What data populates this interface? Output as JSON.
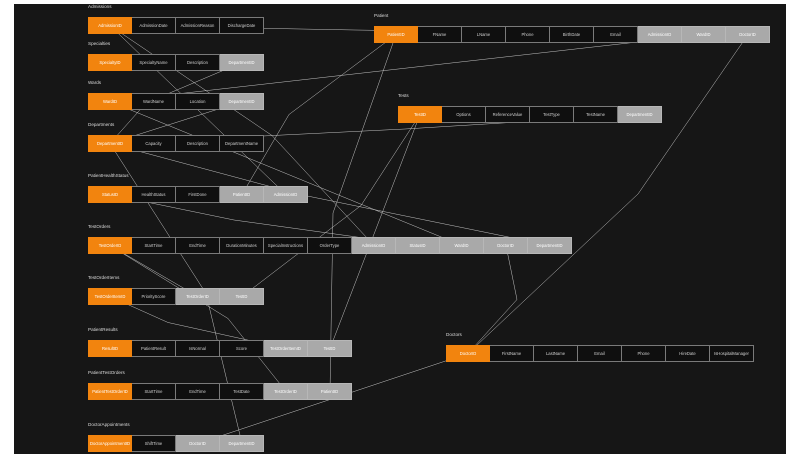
{
  "colors": {
    "background": "#161616",
    "primary_key": "#f2840e",
    "foreign_key": "#a9a9a9",
    "line": "#d8d8d8"
  },
  "tables": [
    {
      "id": "admissions",
      "title": "Admissions",
      "columns": [
        {
          "label": "AdmissionID",
          "kind": "pk"
        },
        {
          "label": "AdmissionDate",
          "kind": "normal"
        },
        {
          "label": "AdmissionReason",
          "kind": "normal"
        },
        {
          "label": "DischargeDate",
          "kind": "normal"
        }
      ]
    },
    {
      "id": "patient",
      "title": "Patient",
      "columns": [
        {
          "label": "PatientID",
          "kind": "pk"
        },
        {
          "label": "FName",
          "kind": "normal"
        },
        {
          "label": "LName",
          "kind": "normal"
        },
        {
          "label": "Phone",
          "kind": "normal"
        },
        {
          "label": "BirthDate",
          "kind": "normal"
        },
        {
          "label": "Email",
          "kind": "normal"
        },
        {
          "label": "AdmissionID",
          "kind": "fk"
        },
        {
          "label": "WardID",
          "kind": "fk"
        },
        {
          "label": "DoctorID",
          "kind": "fk"
        }
      ]
    },
    {
      "id": "specialties",
      "title": "Specialties",
      "columns": [
        {
          "label": "SpecialtyID",
          "kind": "pk"
        },
        {
          "label": "SpecialtyName",
          "kind": "normal"
        },
        {
          "label": "Description",
          "kind": "normal"
        },
        {
          "label": "DepartmentID",
          "kind": "fk"
        }
      ]
    },
    {
      "id": "wards",
      "title": "Wards",
      "columns": [
        {
          "label": "WardID",
          "kind": "pk"
        },
        {
          "label": "WardName",
          "kind": "normal"
        },
        {
          "label": "Location",
          "kind": "normal"
        },
        {
          "label": "DepartmentID",
          "kind": "fk"
        }
      ]
    },
    {
      "id": "tests",
      "title": "Tests",
      "columns": [
        {
          "label": "TestID",
          "kind": "pk"
        },
        {
          "label": "Options",
          "kind": "normal"
        },
        {
          "label": "ReferenceValue",
          "kind": "normal"
        },
        {
          "label": "TestType",
          "kind": "normal"
        },
        {
          "label": "TestName",
          "kind": "normal"
        },
        {
          "label": "DepartmentID",
          "kind": "fk"
        }
      ]
    },
    {
      "id": "departments",
      "title": "Departments",
      "columns": [
        {
          "label": "DepartmentID",
          "kind": "pk"
        },
        {
          "label": "Capacity",
          "kind": "normal"
        },
        {
          "label": "Description",
          "kind": "normal"
        },
        {
          "label": "DepartmentName",
          "kind": "normal"
        }
      ]
    },
    {
      "id": "patienthealthstatus",
      "title": "PatientHealthStatus",
      "columns": [
        {
          "label": "StatusID",
          "kind": "pk"
        },
        {
          "label": "HealthStatus",
          "kind": "normal"
        },
        {
          "label": "FirstDone",
          "kind": "normal"
        },
        {
          "label": "PatientID",
          "kind": "fk"
        },
        {
          "label": "AdmissionID",
          "kind": "fk"
        }
      ]
    },
    {
      "id": "testorders",
      "title": "TestOrders",
      "columns": [
        {
          "label": "TestOrderID",
          "kind": "pk"
        },
        {
          "label": "StartTime",
          "kind": "normal"
        },
        {
          "label": "EndTime",
          "kind": "normal"
        },
        {
          "label": "DurationMinutes",
          "kind": "normal"
        },
        {
          "label": "SpecialInstructions",
          "kind": "normal"
        },
        {
          "label": "OrderType",
          "kind": "normal"
        },
        {
          "label": "AdmissionID",
          "kind": "fk"
        },
        {
          "label": "StatusID",
          "kind": "fk"
        },
        {
          "label": "WardID",
          "kind": "fk"
        },
        {
          "label": "DoctorID",
          "kind": "fk"
        },
        {
          "label": "DepartmentID",
          "kind": "fk"
        }
      ]
    },
    {
      "id": "testorderitems",
      "title": "TestOrderItems",
      "columns": [
        {
          "label": "TestOrderItemID",
          "kind": "pk"
        },
        {
          "label": "PriorityScore",
          "kind": "normal"
        },
        {
          "label": "TestOrderID",
          "kind": "fk"
        },
        {
          "label": "TestID",
          "kind": "fk"
        }
      ]
    },
    {
      "id": "patientresults",
      "title": "PatientResults",
      "columns": [
        {
          "label": "ResultID",
          "kind": "pk"
        },
        {
          "label": "PatientResult",
          "kind": "normal"
        },
        {
          "label": "IsNormal",
          "kind": "normal"
        },
        {
          "label": "Score",
          "kind": "normal"
        },
        {
          "label": "TestOrderItemID",
          "kind": "fk"
        },
        {
          "label": "TestID",
          "kind": "fk"
        }
      ]
    },
    {
      "id": "doctors",
      "title": "Doctors",
      "columns": [
        {
          "label": "DoctorID",
          "kind": "pk"
        },
        {
          "label": "FirstName",
          "kind": "normal"
        },
        {
          "label": "LastName",
          "kind": "normal"
        },
        {
          "label": "Email",
          "kind": "normal"
        },
        {
          "label": "Phone",
          "kind": "normal"
        },
        {
          "label": "HireDate",
          "kind": "normal"
        },
        {
          "label": "IsHospitalManager",
          "kind": "normal"
        }
      ]
    },
    {
      "id": "patienttestorders",
      "title": "PatientTestOrders",
      "columns": [
        {
          "label": "PatientTestOrderID",
          "kind": "pk"
        },
        {
          "label": "StartTime",
          "kind": "normal"
        },
        {
          "label": "EndTime",
          "kind": "normal"
        },
        {
          "label": "TestDate",
          "kind": "normal"
        },
        {
          "label": "TestOrderID",
          "kind": "fk"
        },
        {
          "label": "PatientID",
          "kind": "fk"
        }
      ]
    },
    {
      "id": "doctorappointments",
      "title": "DoctorAppointments",
      "columns": [
        {
          "label": "DoctorAppointmentID",
          "kind": "pk"
        },
        {
          "label": "ShiftTime",
          "kind": "normal"
        },
        {
          "label": "DoctorID",
          "kind": "fk"
        },
        {
          "label": "DepartmentID",
          "kind": "fk"
        }
      ]
    }
  ]
}
